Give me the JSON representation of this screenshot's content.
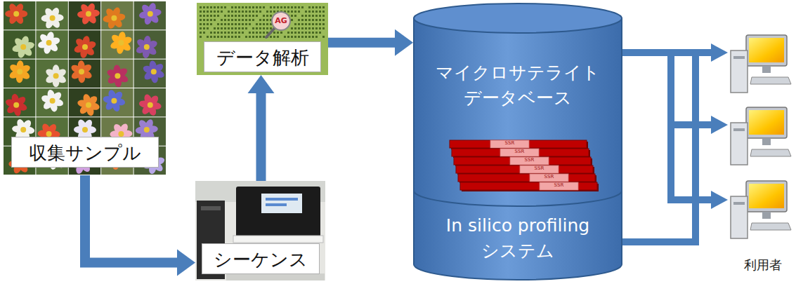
{
  "diagram": {
    "nodes": [
      {
        "text": [
          "収集サンプル"
        ]
      },
      {
        "text": [
          "データ解析"
        ]
      },
      {
        "text": [
          "シーケンス"
        ]
      },
      {
        "text": [
          "マイクロサテライト データベース",
          "In silico profiling システム"
        ]
      }
    ],
    "edges": [
      {
        "from": 0,
        "to": 2,
        "arrow": "to"
      },
      {
        "from": 2,
        "to": 1,
        "arrow": "to"
      },
      {
        "from": 1,
        "to": 3,
        "arrow": "to"
      }
    ],
    "labels": [
      "AG",
      "SSR",
      "SSR",
      "SSR",
      "SSR",
      "SSR",
      "SSR",
      "利用者"
    ]
  }
}
